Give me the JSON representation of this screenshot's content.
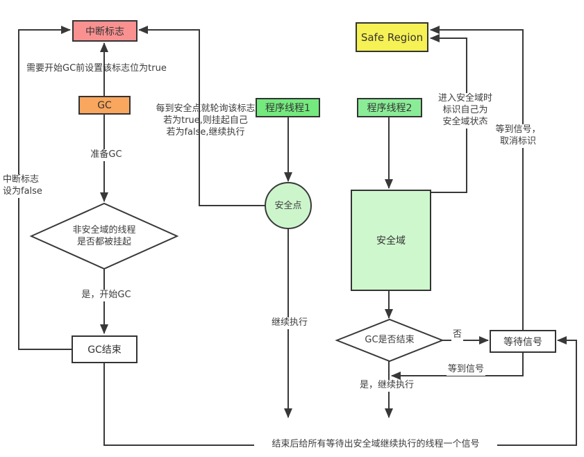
{
  "diagram": {
    "title": "GC safepoint / safe region flowchart",
    "colors": {
      "line": "#383838",
      "interrupt_flag_fill": "#fa9191",
      "gc_fill": "#f9a75e",
      "thread1_fill": "#74e97e",
      "thread2_fill": "#8aec96",
      "safe_region_en_fill": "#f6f154",
      "safepoint_fill": "#ccf5cc",
      "safe_region_zh_fill": "#cff7cd",
      "plain_fill": "#ffffff"
    },
    "nodes": {
      "interrupt_flag": {
        "label": "中断标志"
      },
      "gc": {
        "label": "GC"
      },
      "cond_threads_suspended": {
        "label": "非安全域的线程\n是否都被挂起"
      },
      "gc_end": {
        "label": "GC结束"
      },
      "thread1": {
        "label": "程序线程1"
      },
      "safepoint": {
        "label": "安全点"
      },
      "safe_region_en": {
        "label": "Safe Region"
      },
      "thread2": {
        "label": "程序线程2"
      },
      "safe_region_zh": {
        "label": "安全域"
      },
      "cond_gc_done": {
        "label": "GC是否结束"
      },
      "wait_signal": {
        "label": "等待信号"
      }
    },
    "labels": {
      "set_true": "需要开始GC前设置该标志位为true",
      "prepare_gc": "准备GC",
      "flag_set_false": "中断标志\n设为false",
      "poll_flag": "每到安全点就轮询该标志\n若为true,则挂起自己\n若为false,继续执行",
      "yes_start_gc": "是，开始GC",
      "continue_exec": "继续执行",
      "enter_region": "进入安全域时\n标识自己为\n安全域状态",
      "wait_signal_cancel": "等到信号，\n取消标识",
      "no": "否",
      "got_signal": "等到信号",
      "yes_continue": "是，继续执行",
      "bottom_note": "结束后给所有等待出安全域继续执行的线程一个信号"
    }
  }
}
